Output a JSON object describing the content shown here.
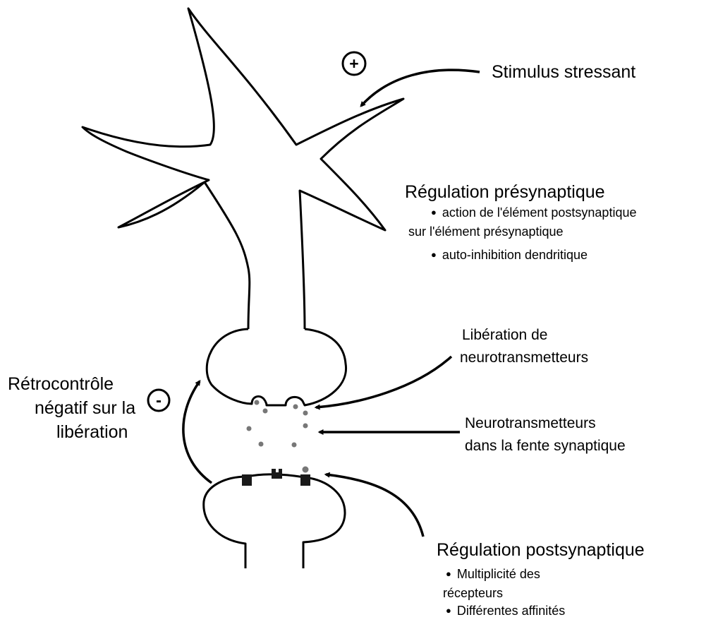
{
  "labels": {
    "stimulus": "Stimulus stressant",
    "plus_sign": "+",
    "minus_sign": "-",
    "presynaptic_title": "Régulation présynaptique",
    "presynaptic_bullet1_line1": "action de l'élément postsynaptique",
    "presynaptic_bullet1_line2": "sur l'élément présynaptique",
    "presynaptic_bullet2": "auto-inhibition dendritique",
    "release_line1": "Libération de",
    "release_line2": "neurotransmetteurs",
    "cleft_line1": "Neurotransmetteurs",
    "cleft_line2": "dans la fente synaptique",
    "feedback_line1": "Rétrocontrôle",
    "feedback_line2": "négatif sur la",
    "feedback_line3": "libération",
    "postsynaptic_title": "Régulation postsynaptique",
    "postsynaptic_bullet1_line1": "Multiplicité des",
    "postsynaptic_bullet1_line2": "récepteurs",
    "postsynaptic_bullet2": "Différentes affinités"
  },
  "colors": {
    "stroke": "#000000",
    "neurotransmitter": "#777777",
    "receptor": "#1a1a1a"
  }
}
